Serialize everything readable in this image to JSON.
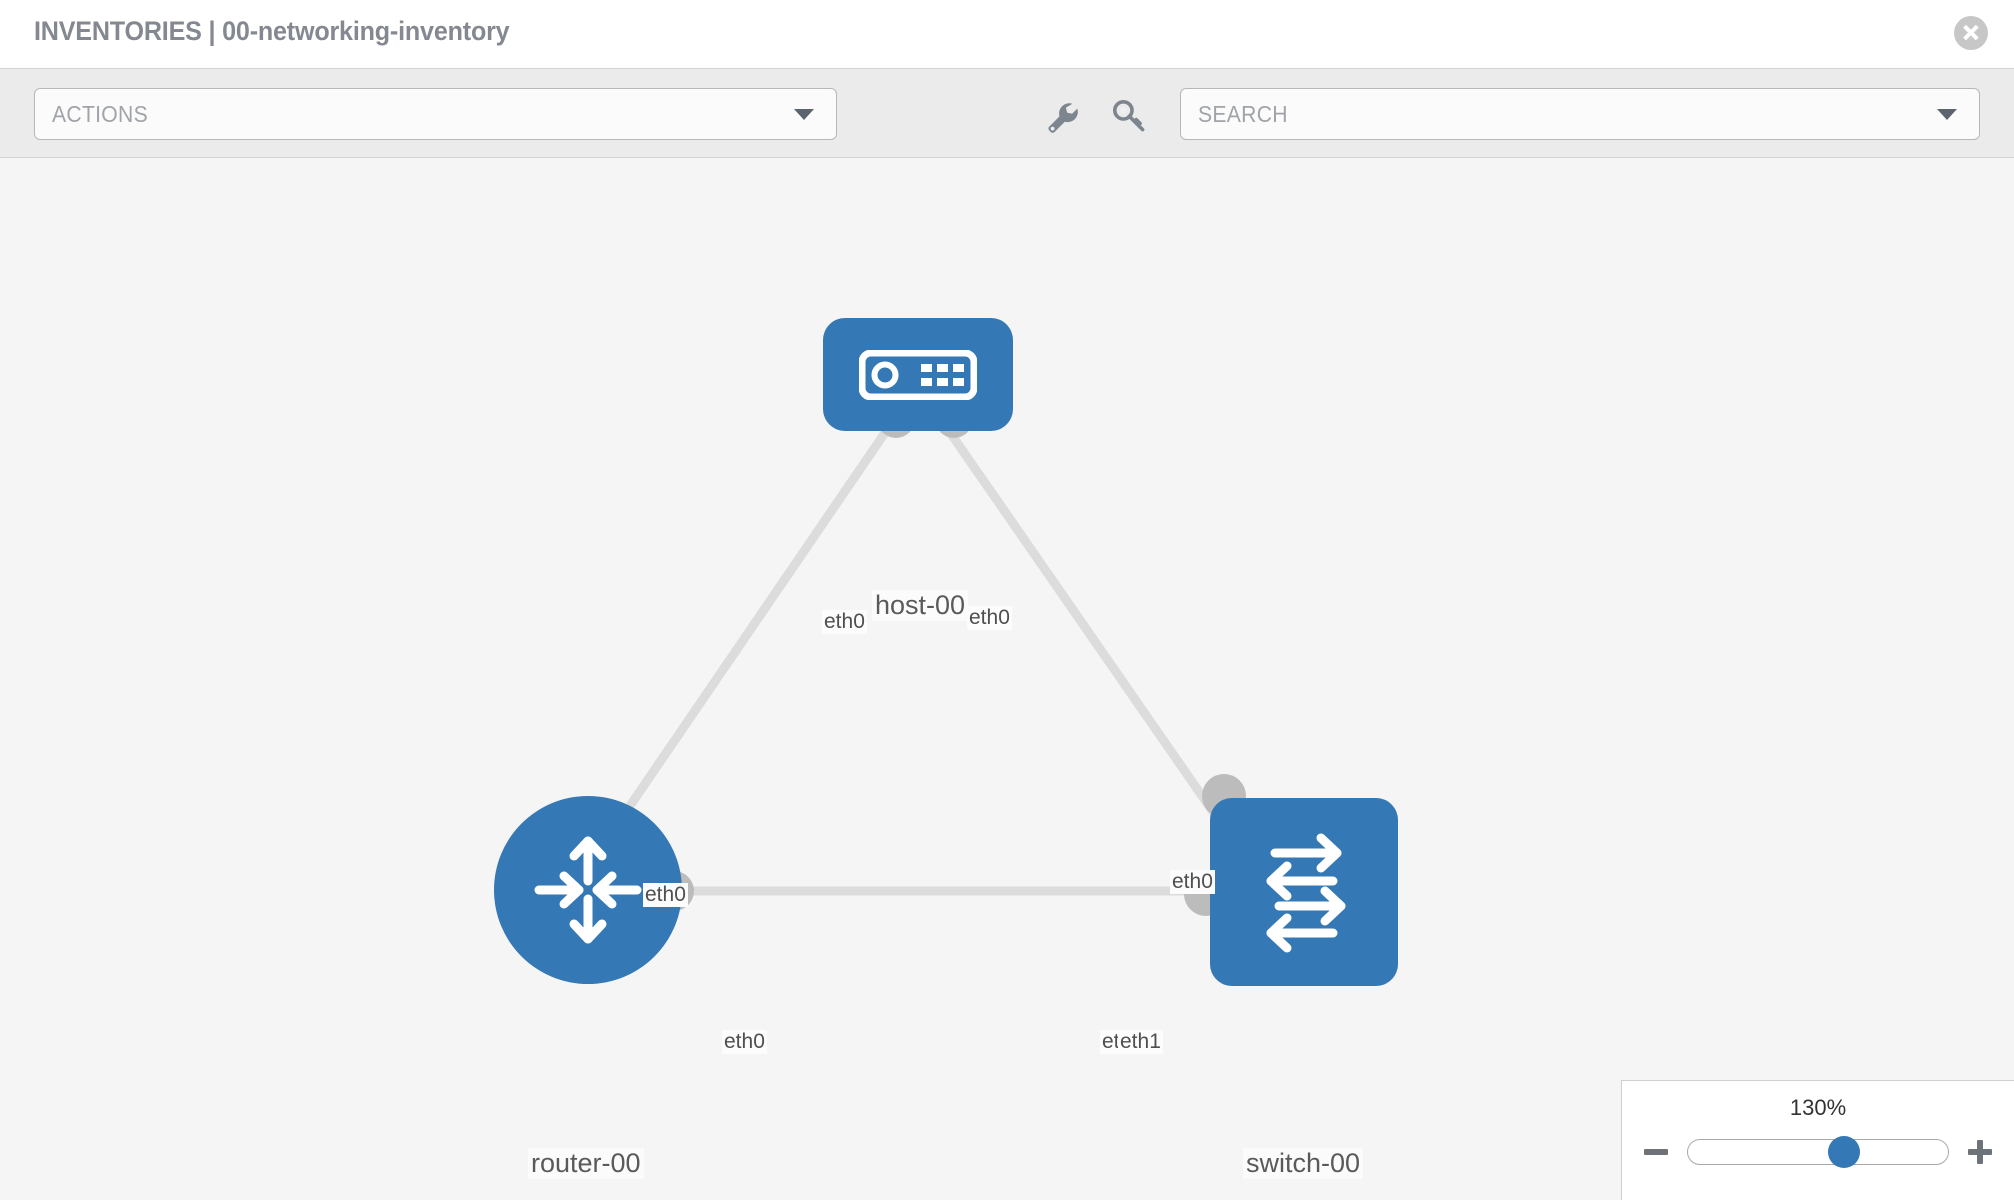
{
  "header": {
    "title": "INVENTORIES | 00-networking-inventory",
    "close_label": "close-icon"
  },
  "toolbar": {
    "actions_label": "ACTIONS",
    "search_placeholder": "SEARCH",
    "icons": [
      {
        "name": "wrench-icon",
        "label": "wrench"
      },
      {
        "name": "key-icon",
        "label": "key"
      }
    ]
  },
  "topology": {
    "background_color": "#f5f5f5",
    "node_color": "#3478b5",
    "port_color": "#bcbcbc",
    "link_color": "#dcdcdc",
    "nodes": [
      {
        "id": "host-00",
        "label": "host-00",
        "type": "host",
        "shape": "rounded"
      },
      {
        "id": "router-00",
        "label": "router-00",
        "type": "router",
        "shape": "circle"
      },
      {
        "id": "switch-00",
        "label": "switch-00",
        "type": "switch",
        "shape": "rounded"
      }
    ],
    "links": [
      {
        "from": "host-00",
        "to": "router-00",
        "from_port": "eth0",
        "to_port": "eth0"
      },
      {
        "from": "host-00",
        "to": "switch-00",
        "from_port": "eth0",
        "to_port": "eth0"
      },
      {
        "from": "router-00",
        "to": "switch-00",
        "from_port": "eth0",
        "to_port": "eth1"
      }
    ],
    "port_labels": {
      "host_left": "eth0",
      "host_right": "eth0",
      "router_top": "eth0",
      "switch_top": "eth0",
      "router_right": "eth0",
      "switch_left_a": "eth0",
      "switch_left_b": "eth1"
    }
  },
  "zoom": {
    "value": "130%",
    "minus_label": "minus-icon",
    "plus_label": "plus-icon",
    "slider_position_pct": 60
  }
}
